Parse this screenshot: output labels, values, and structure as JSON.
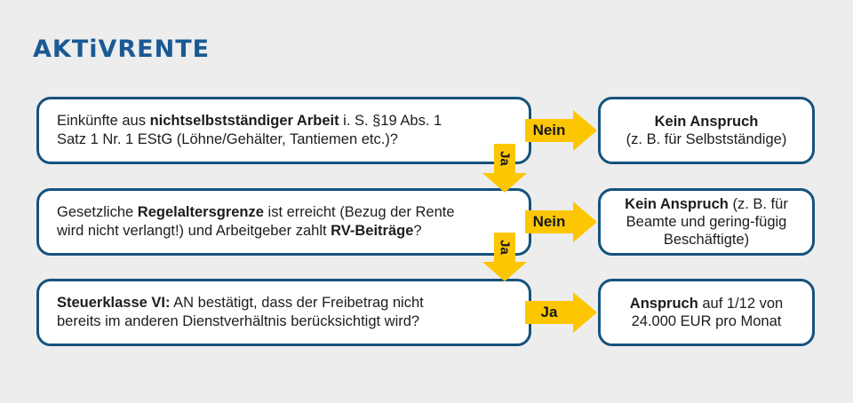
{
  "title": "AKTiVRENTE",
  "colors": {
    "background": "#ededed",
    "box_border": "#15527e",
    "box_fill": "#ffffff",
    "arrow_yellow": "#fdc602",
    "title_blue": "#1a5a93",
    "text": "#1d1d1b"
  },
  "rows": [
    {
      "question_lines": [
        [
          {
            "t": "Einkünfte aus ",
            "b": 0
          },
          {
            "t": "nichtselbstständiger Arbeit",
            "b": 1
          },
          {
            "t": " i. S. §19 Abs. 1",
            "b": 0
          }
        ],
        [
          {
            "t": "Satz 1 Nr. 1 EStG (Löhne/Gehälter, Tantiemen etc.)?",
            "b": 0
          }
        ]
      ],
      "no_arrow_label": "Nein",
      "down_arrow_label": "Ja",
      "result_lines": [
        [
          {
            "t": "Kein Anspruch",
            "b": 1
          }
        ],
        [
          {
            "t": "(z. B. für Selbstständige)",
            "b": 0
          }
        ]
      ]
    },
    {
      "question_lines": [
        [
          {
            "t": "Gesetzliche ",
            "b": 0
          },
          {
            "t": "Regelaltersgrenze",
            "b": 1
          },
          {
            "t": " ist erreicht (Bezug der Rente",
            "b": 0
          }
        ],
        [
          {
            "t": "wird nicht verlangt!) und Arbeitgeber zahlt ",
            "b": 0
          },
          {
            "t": "RV-Beiträge",
            "b": 1
          },
          {
            "t": "?",
            "b": 0
          }
        ]
      ],
      "no_arrow_label": "Nein",
      "down_arrow_label": "Ja",
      "result_lines": [
        [
          {
            "t": "Kein Anspruch",
            "b": 1
          },
          {
            "t": " (z. B. für",
            "b": 0
          }
        ],
        [
          {
            "t": "Beamte und gering-fügig",
            "b": 0
          }
        ],
        [
          {
            "t": "Beschäftigte)",
            "b": 0
          }
        ]
      ]
    },
    {
      "question_lines": [
        [
          {
            "t": "Steuerklasse VI:",
            "b": 1
          },
          {
            "t": " AN bestätigt, dass der Freibetrag nicht",
            "b": 0
          }
        ],
        [
          {
            "t": "bereits im anderen Dienstverhältnis berücksichtigt wird?",
            "b": 0
          }
        ]
      ],
      "yes_arrow_label": "Ja",
      "result_lines": [
        [
          {
            "t": "Anspruch",
            "b": 1
          },
          {
            "t": " auf 1/12 von",
            "b": 0
          }
        ],
        [
          {
            "t": "24.000 EUR pro Monat",
            "b": 0
          }
        ]
      ]
    }
  ]
}
